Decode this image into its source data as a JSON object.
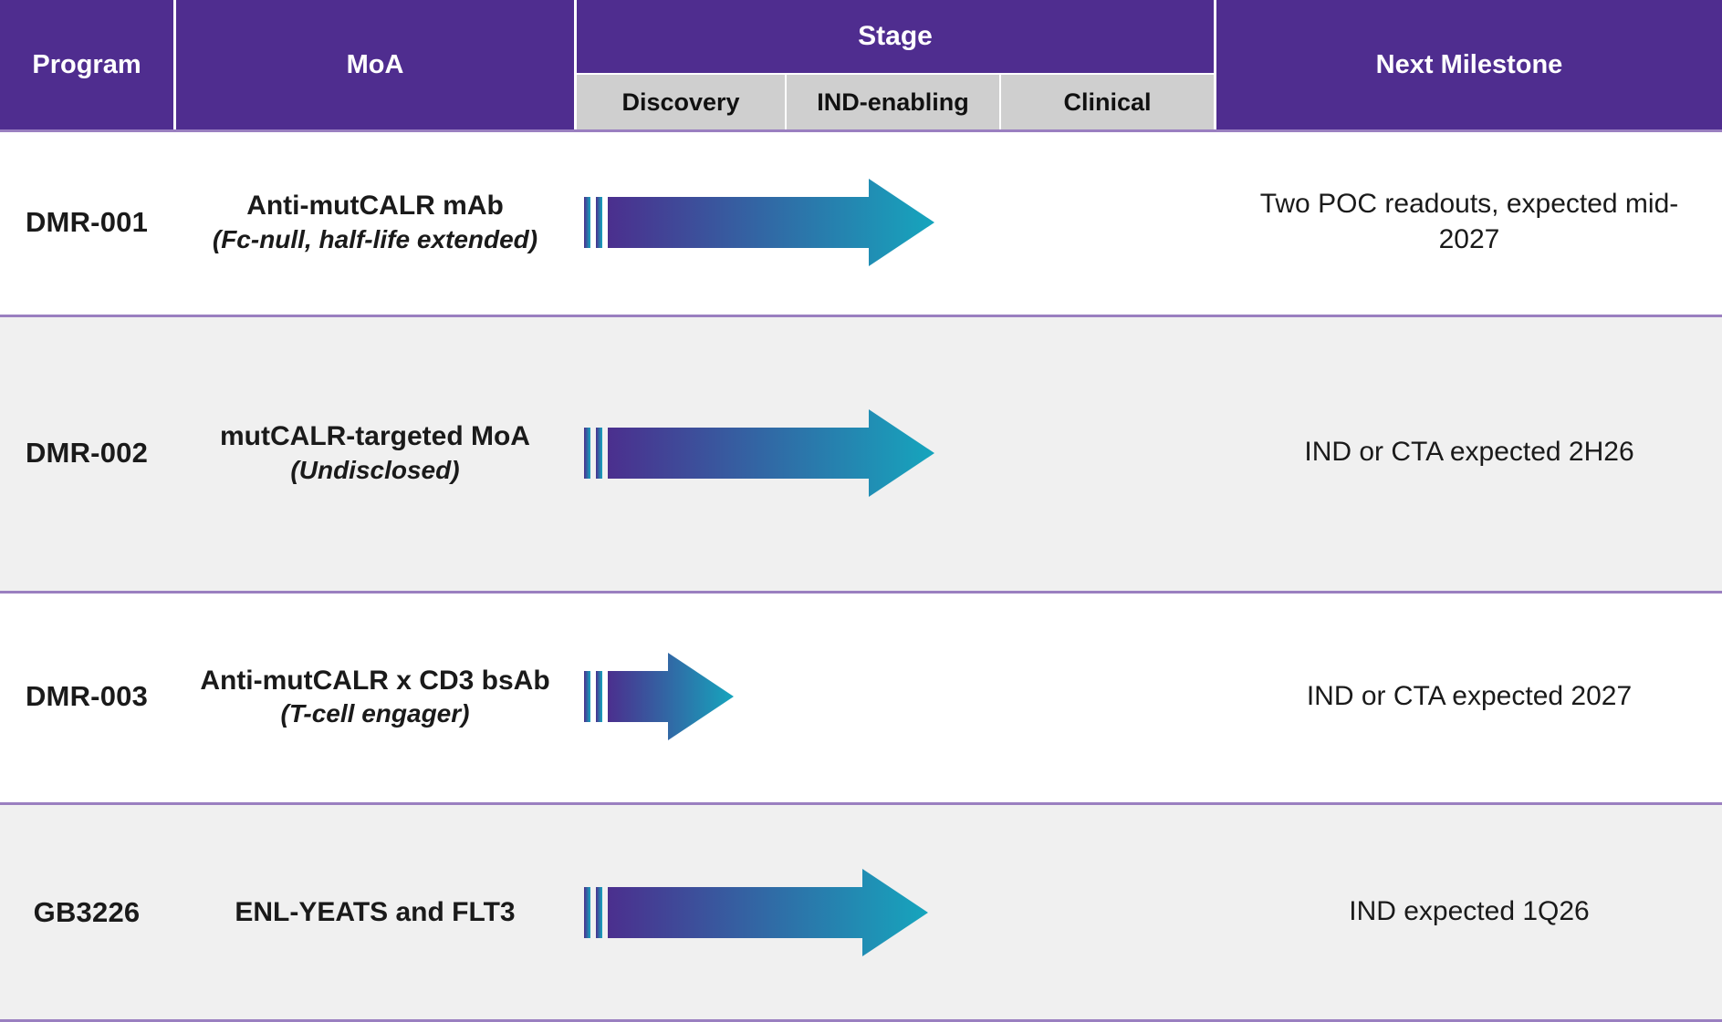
{
  "table": {
    "columns": {
      "program": "Program",
      "moa": "MoA",
      "stage": "Stage",
      "next_milestone": "Next Milestone"
    },
    "stage_substages": [
      "Discovery",
      "IND-enabling",
      "Clinical"
    ],
    "rows": [
      {
        "program": "DMR-001",
        "moa_main": "Anti-mutCALR mAb",
        "moa_sub": "(Fc-null, half-life extended)",
        "progress_label": "IND-enabling",
        "progress_fraction": 0.55,
        "next_milestone": "Two POC readouts, expected mid-2027",
        "shaded": false
      },
      {
        "program": "DMR-002",
        "moa_main": "mutCALR-targeted MoA",
        "moa_sub": "(Undisclosed)",
        "progress_label": "IND-enabling",
        "progress_fraction": 0.55,
        "next_milestone": "IND or CTA expected 2H26",
        "shaded": true
      },
      {
        "program": "DMR-003",
        "moa_main": "Anti-mutCALR x CD3 bsAb",
        "moa_sub": "(T-cell engager)",
        "progress_label": "Discovery",
        "progress_fraction": 0.235,
        "next_milestone": "IND or CTA expected 2027",
        "shaded": false
      },
      {
        "program": "GB3226",
        "moa_main": "ENL-YEATS and FLT3",
        "moa_sub": "",
        "progress_label": "IND-enabling",
        "progress_fraction": 0.54,
        "next_milestone": "IND expected 1Q26",
        "shaded": true
      }
    ]
  },
  "colors": {
    "header_purple": "#4f2d8f",
    "substage_gray": "#cfcfcf",
    "row_shaded": "#f0f0f0",
    "row_separator": "#9a7fc0",
    "arrow_start": "#4b2f8e",
    "arrow_end": "#16a5bd",
    "text_dark": "#1a1a1a",
    "text_light": "#ffffff"
  }
}
